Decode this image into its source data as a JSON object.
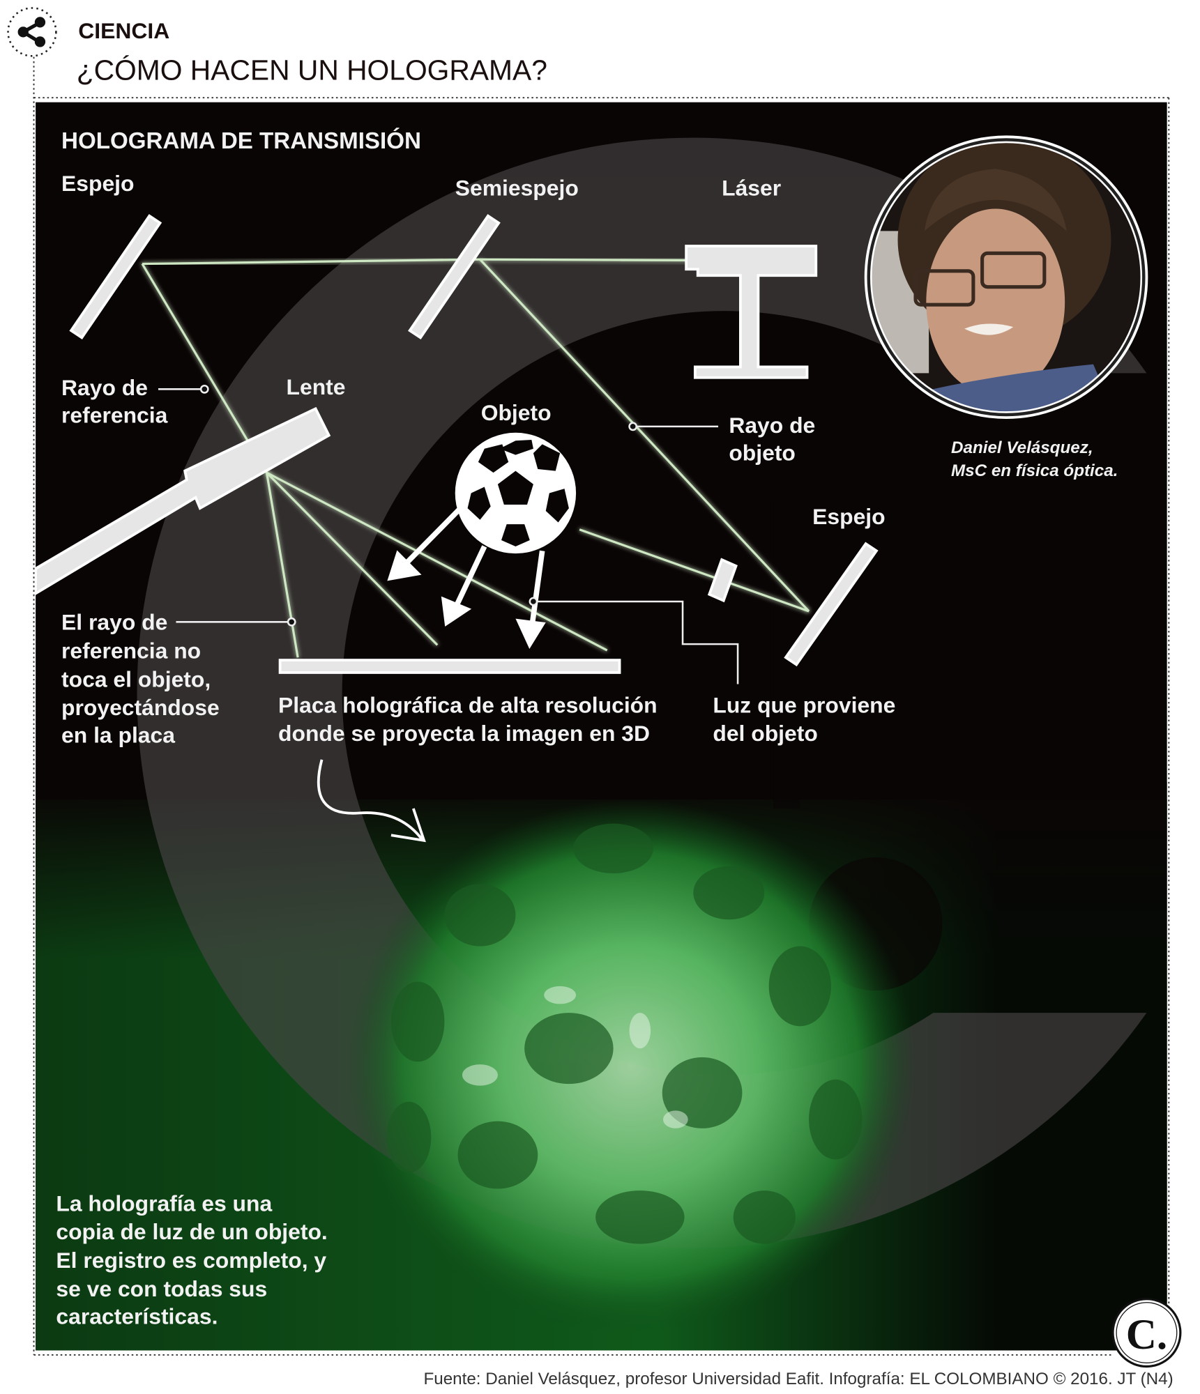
{
  "header": {
    "section": "CIENCIA",
    "title": "¿CÓMO HACEN UN HOLOGRAMA?",
    "share_icon": "share-icon"
  },
  "diagram": {
    "subtitle": "HOLOGRAMA DE TRANSMISIÓN",
    "labels": {
      "espejo_1": "Espejo",
      "semiespejo": "Semiespejo",
      "laser": "Láser",
      "rayo_referencia": [
        "Rayo de",
        "referencia"
      ],
      "lente": "Lente",
      "objeto": "Objeto",
      "rayo_objeto": [
        "Rayo de",
        "objeto"
      ],
      "espejo_2": "Espejo",
      "rayo_no_toca": [
        "El rayo de",
        "referencia no",
        "toca el objeto,",
        "proyectándose",
        "en la placa"
      ],
      "placa": [
        "Placa holográfica de alta resolución",
        "donde se proyecta la imagen en 3D"
      ],
      "luz_objeto": [
        "Luz que proviene",
        "del objeto"
      ]
    },
    "beam_color": "#cfe8c4"
  },
  "portrait": {
    "caption": [
      "Daniel Velásquez,",
      "MsC en física óptica."
    ]
  },
  "summary": [
    "La holografía es una",
    "copia de luz de un objeto.",
    "El registro es completo, y",
    "se ve con todas sus",
    "características."
  ],
  "logo": "C.",
  "footer": "Fuente: Daniel Velásquez, profesor Universidad Eafit. Infografía: EL COLOMBIANO © 2016. JT (N4)",
  "colors": {
    "panel": "#0a0505",
    "hologram_green": "#3fae4a",
    "watermark_gray": "#3a3537"
  }
}
